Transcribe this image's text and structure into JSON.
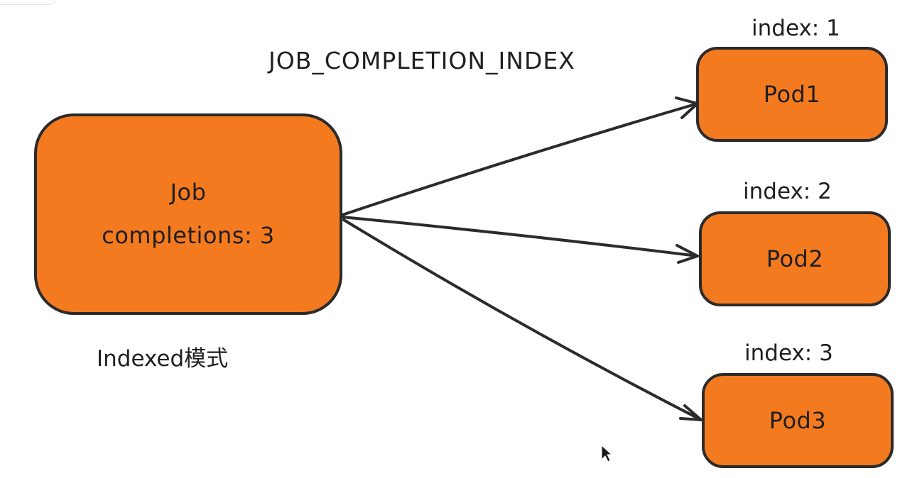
{
  "colors": {
    "box_fill": "#f47a20",
    "stroke": "#2b2b2b",
    "background": "#ffffff"
  },
  "env_var_label": "JOB_COMPLETION_INDEX",
  "mode_label": "Indexed模式",
  "job": {
    "line1": "Job",
    "line2": "completions: 3"
  },
  "pods": [
    {
      "name": "Pod1",
      "index_label": "index: 1"
    },
    {
      "name": "Pod2",
      "index_label": "index: 2"
    },
    {
      "name": "Pod3",
      "index_label": "index: 3"
    }
  ],
  "cursor_icon": "mouse-pointer-icon"
}
